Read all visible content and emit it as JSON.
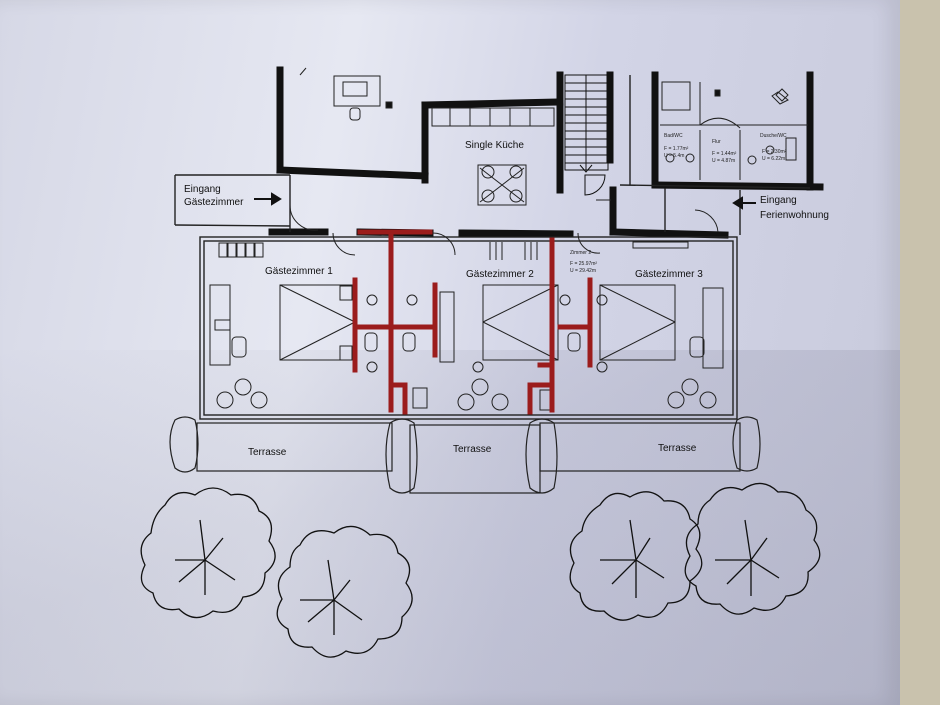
{
  "labels": {
    "entrance_guest": [
      "Eingang",
      "Gästezimmer"
    ],
    "kitchen": "Single Küche",
    "entrance_holiday": [
      "Eingang",
      "Ferienwohnung"
    ],
    "room1": "Gästezimmer 1",
    "room2": "Gästezimmer 2",
    "room3": "Gästezimmer 3",
    "terrace1": "Terrasse",
    "terrace2": "Terrasse",
    "terrace3": "Terrasse"
  },
  "small_text": {
    "room2_area": "F = 25.97m²",
    "room2_perimeter": "U = 29.42m",
    "room2_small": "Zimmer 2",
    "flur": "Flur",
    "bath_left_area": "F = 1.77m²",
    "bath_left_u": "U = 5.4m",
    "flur_area": "F = 1.44m²",
    "flur_u": "U = 4.87m",
    "bath_right_area": "F = 2.30m²",
    "bath_right_u": "U = 6.22m",
    "bath_left_name": "Bad/WC",
    "bath_right_name": "Dusche/WC"
  },
  "colors": {
    "wall": "#111111",
    "new_wall": "#9b1c1c",
    "line": "#222222"
  }
}
